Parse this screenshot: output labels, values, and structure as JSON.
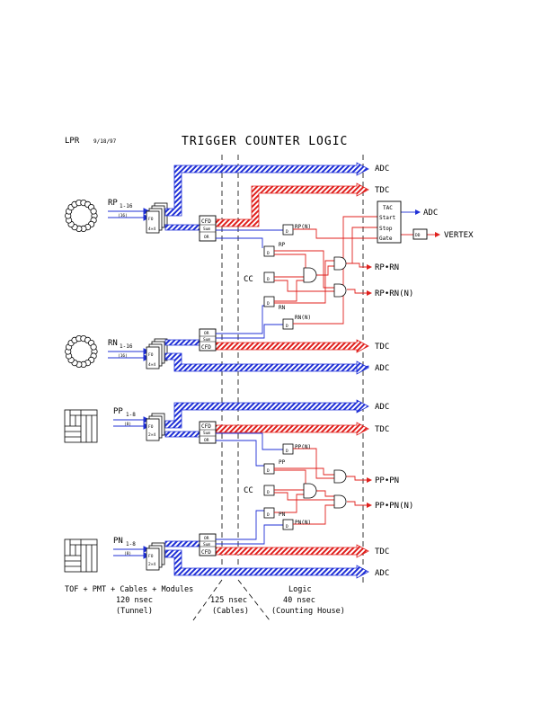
{
  "header": {
    "author": "LPR",
    "date": "9/18/97",
    "title": "TRIGGER COUNTER LOGIC"
  },
  "detectors": {
    "rp": {
      "name": "RP",
      "sub": "1-16",
      "cable": "(16)",
      "module": "4×4"
    },
    "rn": {
      "name": "RN",
      "sub": "1-16",
      "cable": "(16)",
      "module": "4×4"
    },
    "pp": {
      "name": "PP",
      "sub": "1-8",
      "cable": "(8)",
      "module": "2×4"
    },
    "pn": {
      "name": "PN",
      "sub": "1-8",
      "cable": "(8)",
      "module": "2×4"
    }
  },
  "modules": {
    "cfd": "CFD",
    "or": "OR",
    "sum": "Sum",
    "fo": "FO",
    "d": "D",
    "dd": "DD"
  },
  "signals": {
    "rp_n": "RP(N)",
    "rp": "RP",
    "cc": "CC",
    "rn": "RN",
    "rn_n": "RN(N)",
    "pp_n": "PP(N)",
    "pp": "PP",
    "pn": "PN",
    "pn_n": "PN(N)"
  },
  "tac": {
    "lines": [
      "TAC",
      "Start",
      "Stop",
      "Gate"
    ]
  },
  "outputs": {
    "adc": "ADC",
    "tdc": "TDC",
    "vertex": "VERTEX",
    "rp_rn": "RP•RN",
    "rp_rn_n": "RP•RN(N)",
    "pp_pn": "PP•PN",
    "pp_pn_n": "PP•PN(N)"
  },
  "colors": {
    "blue": "#1f2fd6",
    "red": "#e0201d",
    "black": "#000000"
  },
  "footer": {
    "tunnel_line1": "TOF + PMT + Cables + Modules",
    "tunnel_line2": "120 nsec",
    "tunnel_line3": "(Tunnel)",
    "cables_line1": "125 nsec",
    "cables_line2": "(Cables)",
    "house_line1": "Logic",
    "house_line2": "40 nsec",
    "house_line3": "(Counting House)"
  }
}
